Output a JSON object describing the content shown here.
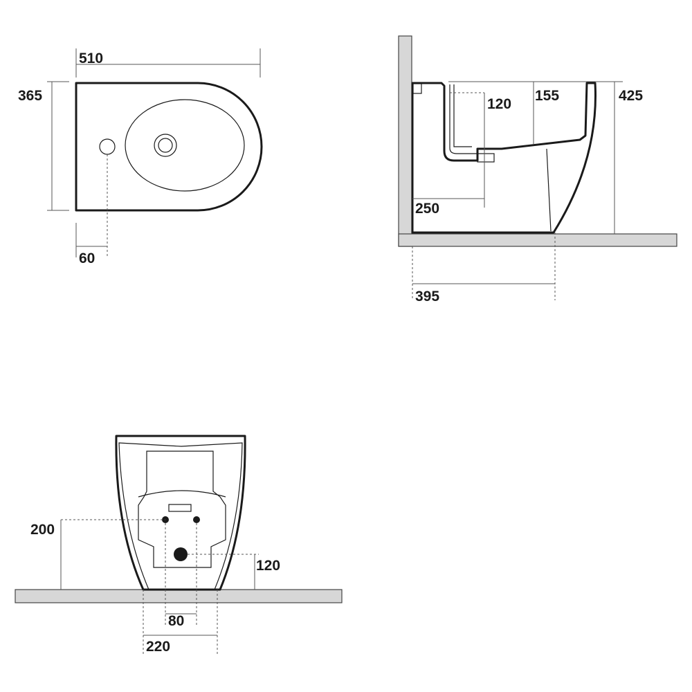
{
  "colors": {
    "ink": "#1a1a1a",
    "wall_fill": "#d7d7d7",
    "background": "#ffffff"
  },
  "top_view": {
    "dim_length": "510",
    "dim_depth": "365",
    "dim_tap_offset": "60"
  },
  "side_view": {
    "dim_height": "425",
    "dim_water_inlet_top": "120",
    "dim_bowl_depth": "155",
    "dim_waste_height": "250",
    "dim_waste_from_wall": "395"
  },
  "rear_view": {
    "dim_inlet_height": "200",
    "dim_waste_height": "120",
    "dim_inlet_spacing": "80",
    "dim_base_width": "220"
  }
}
